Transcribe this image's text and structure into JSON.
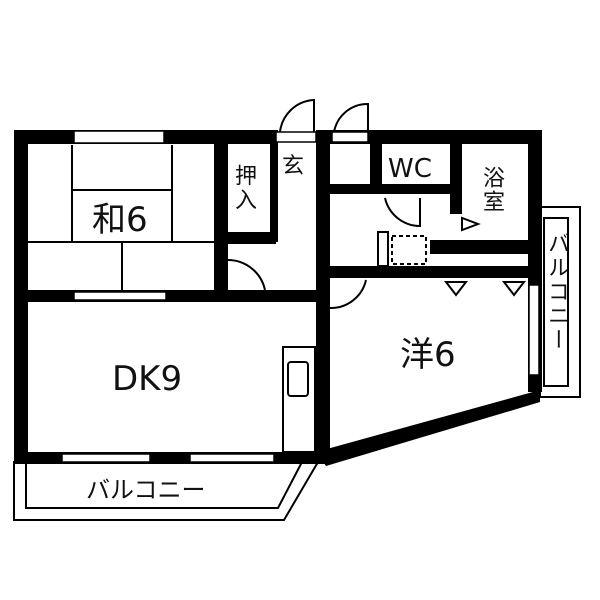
{
  "floorplan": {
    "rooms": {
      "washitsu": "和6",
      "oshiire": "押入",
      "genkan": "玄",
      "wc": "WC",
      "bath": "浴室",
      "dk": "DK9",
      "youshitsu": "洋6",
      "balcony_south": "バルコニー",
      "balcony_east": "バルコニー"
    },
    "colors": {
      "wall": "#000000",
      "background": "#ffffff"
    }
  }
}
